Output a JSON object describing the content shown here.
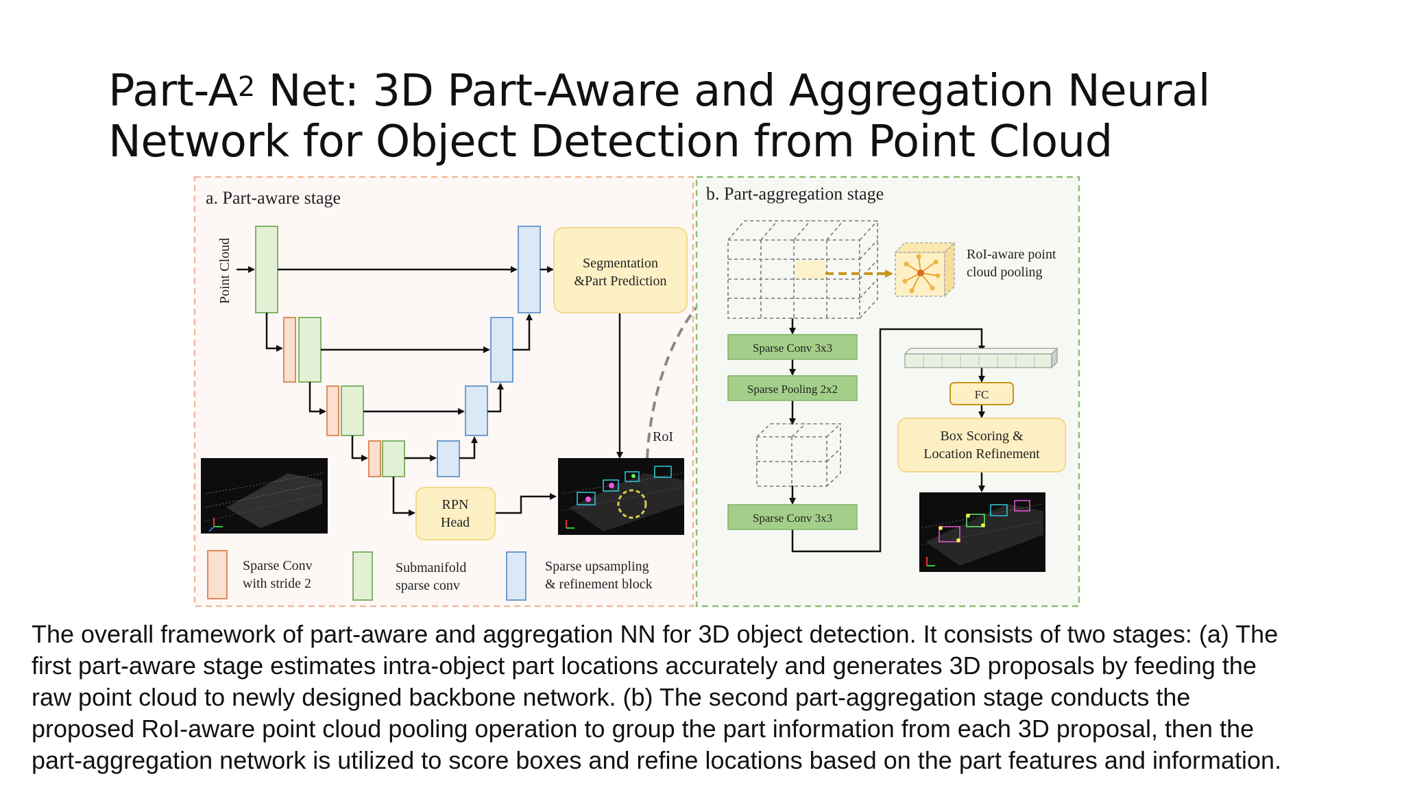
{
  "title": {
    "prefix": "Part-A",
    "superscript": "2",
    "line1_rest": " Net: 3D Part-Aware and Aggregation Neural",
    "line2": "Network for Object Detection from Point Cloud"
  },
  "stage_a": {
    "label": "a. Part-aware stage",
    "input_label": "Point Cloud",
    "seg_box": [
      "Segmentation",
      "&Part Prediction"
    ],
    "rpn_box": [
      "RPN",
      "Head"
    ],
    "roi_label": "RoI"
  },
  "legend": {
    "sparse_conv": [
      "Sparse Conv",
      "with stride 2"
    ],
    "submanifold": [
      "Submanifold",
      "sparse conv"
    ],
    "upsampling": [
      "Sparse upsampling",
      "& refinement block"
    ]
  },
  "stage_b": {
    "label": "b. Part-aggregation stage",
    "roi_pool": [
      "RoI-aware point",
      "cloud pooling"
    ],
    "sparse_conv_1": "Sparse Conv 3x3",
    "sparse_pool": "Sparse Pooling 2x2",
    "sparse_conv_2": "Sparse Conv 3x3",
    "fc": "FC",
    "box_scoring": [
      "Box Scoring &",
      "Location Refinement"
    ]
  },
  "colors": {
    "orange_border": "#e08a5a",
    "orange_fill": "#fbe0cf",
    "green_border": "#7fb267",
    "green_fill": "#e3f0d6",
    "blue_border": "#6d9ccf",
    "blue_fill": "#dbe8f6",
    "yellow_fill": "#fdf0c5",
    "yellow_border": "#f3d88a",
    "conv_green": "#a4cf8a",
    "stage_a_dash": "#f0b89a",
    "stage_b_dash": "#8dbd72"
  },
  "caption": [
    "The overall framework of part-aware and aggregation NN for 3D object detection. It consists of two stages: (a) The",
    "first part-aware stage estimates intra-object part locations accurately and generates 3D proposals by feeding the",
    "raw point cloud to newly designed backbone network. (b) The second part-aggregation stage conducts the",
    "proposed RoI-aware point cloud pooling operation to group the part information from each 3D proposal, then the",
    "part-aggregation network is utilized to score boxes and refine locations based on the part features and information."
  ]
}
